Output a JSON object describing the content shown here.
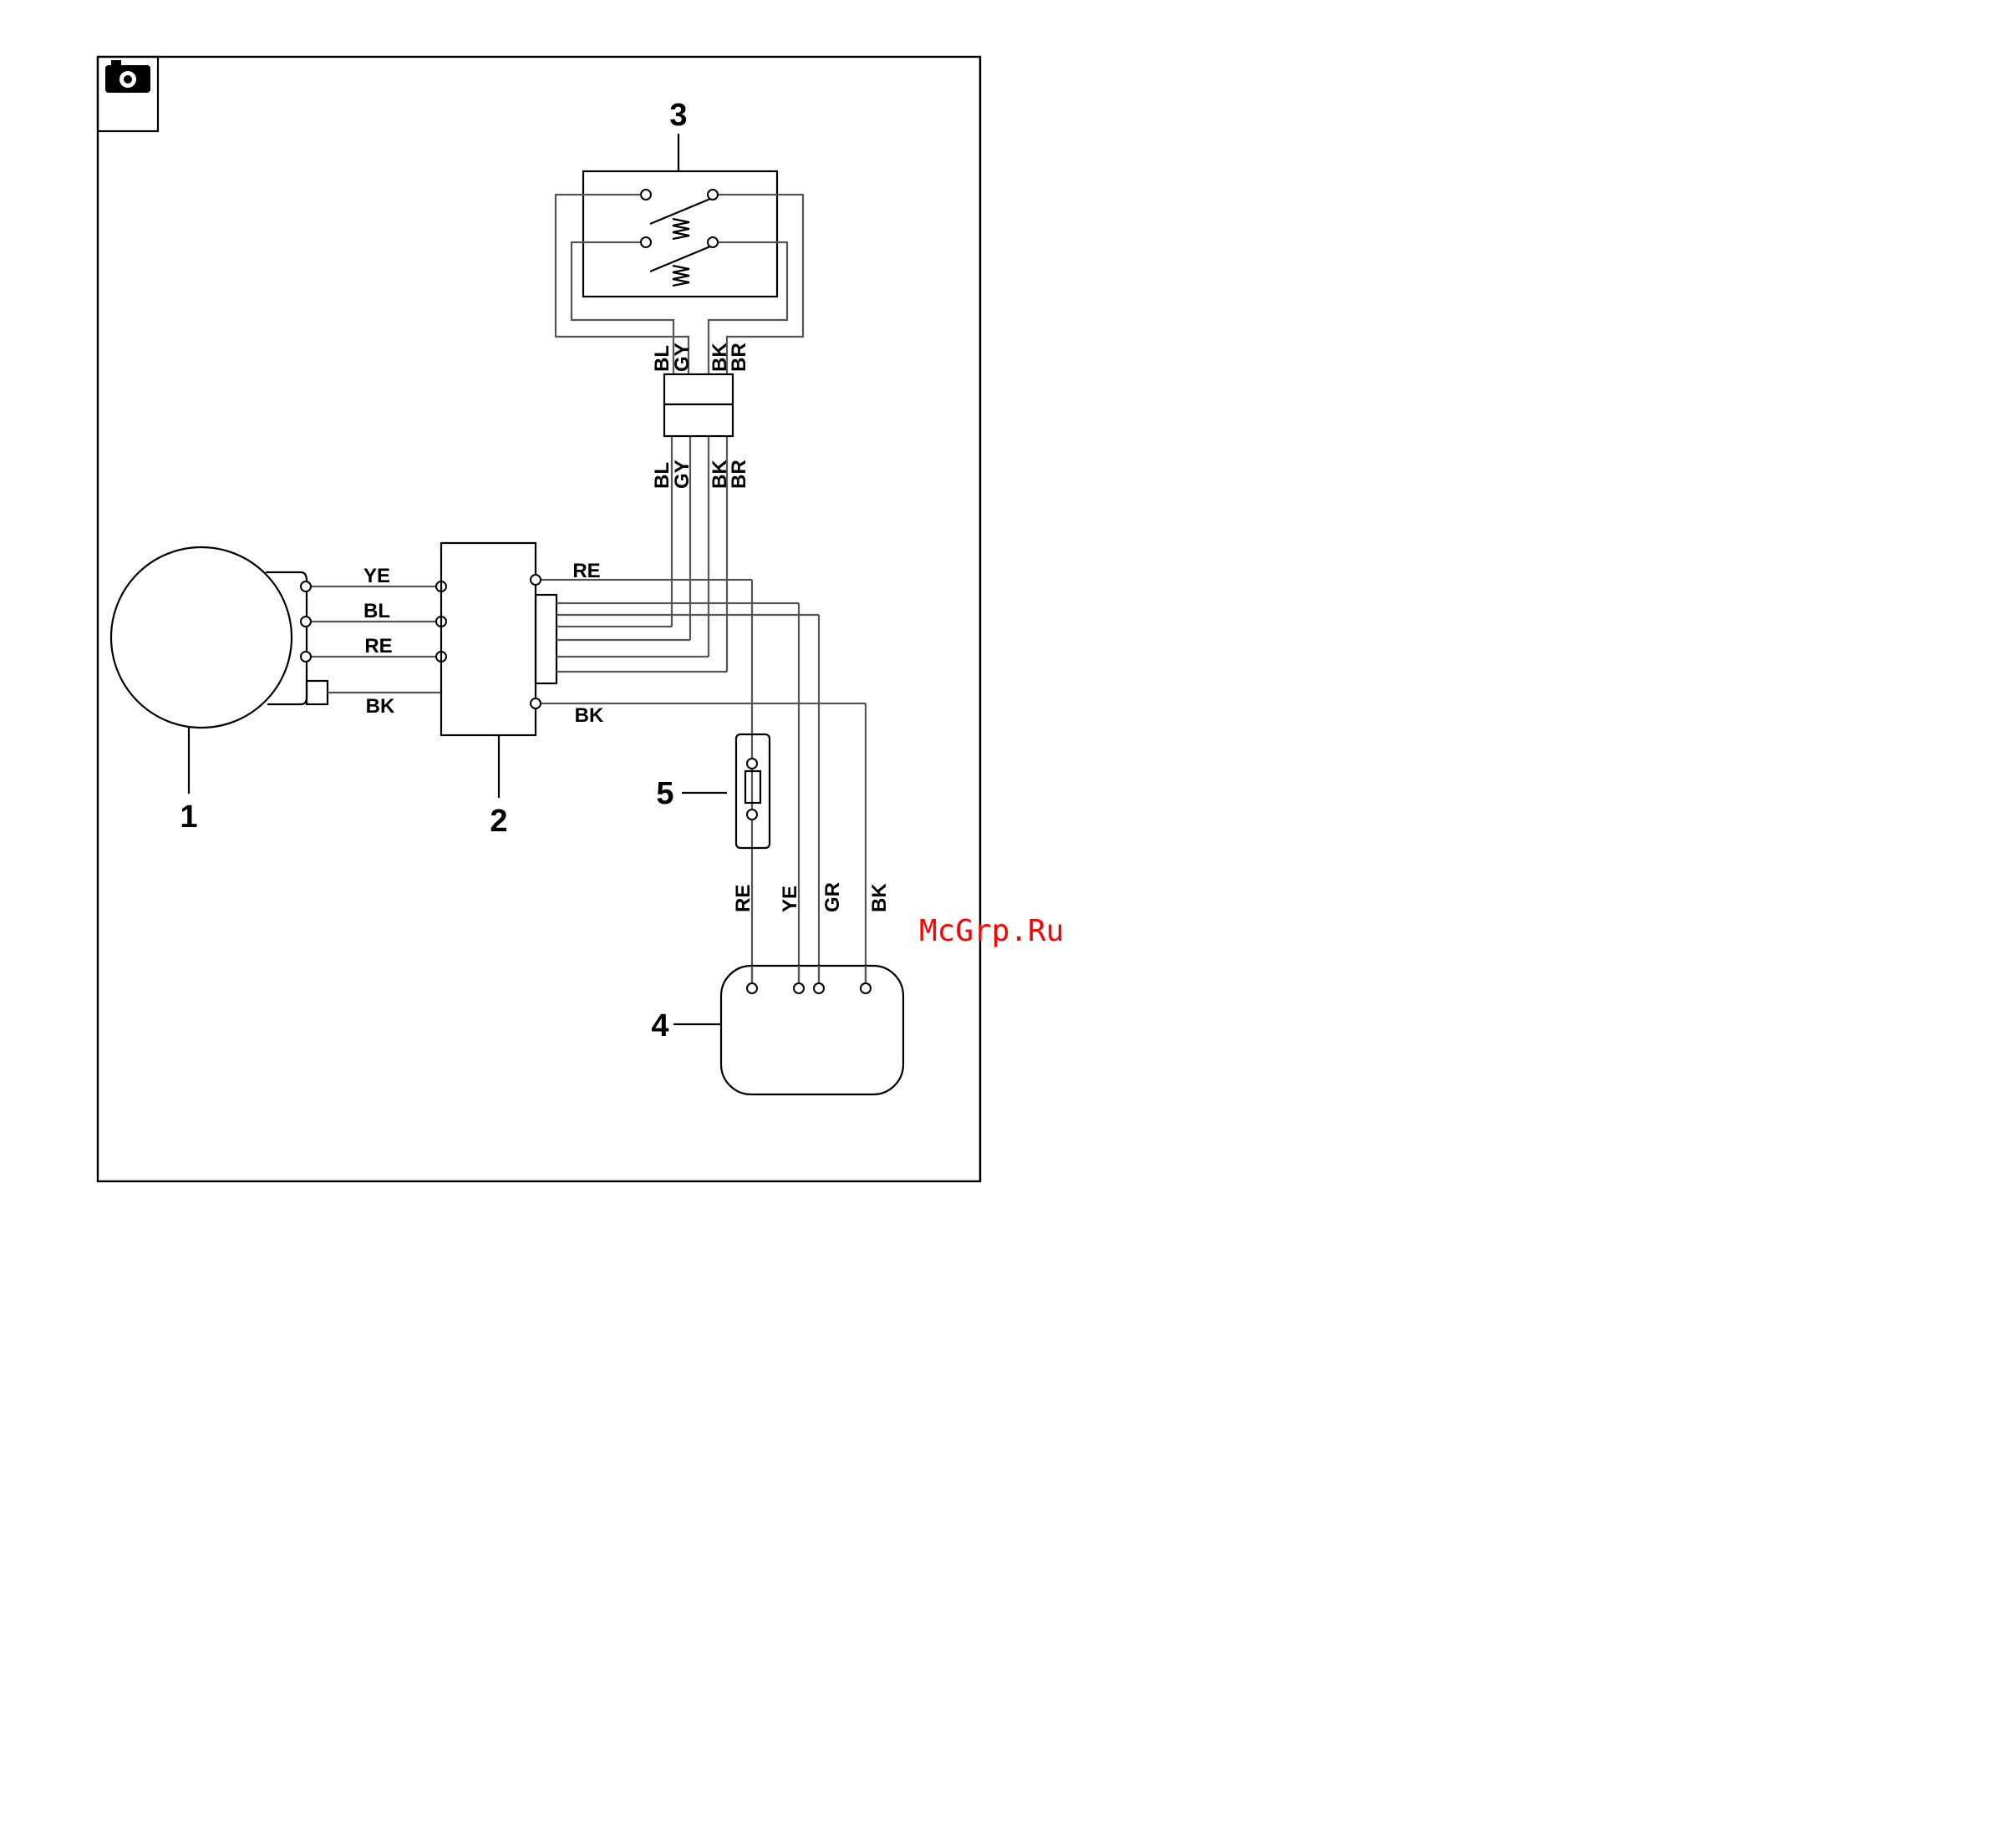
{
  "diagram": {
    "components": [
      "1",
      "2",
      "3",
      "4",
      "5"
    ],
    "wires_1_to_2": [
      "YE",
      "BL",
      "RE",
      "BK"
    ],
    "wires_2_out": [
      "RE",
      "BK"
    ],
    "switch_wires_top": [
      "BL",
      "GY",
      "BK",
      "BR"
    ],
    "switch_wires_bottom": [
      "BL",
      "GY",
      "BK",
      "BR"
    ],
    "wires_to_4": [
      "RE",
      "YE",
      "GR",
      "BK"
    ]
  },
  "watermark": "McGrp.Ru",
  "colors": {
    "line": "#000000",
    "wire": "#555555",
    "watermark": "#ff0000"
  },
  "icons": {
    "corner": "camera-icon"
  }
}
